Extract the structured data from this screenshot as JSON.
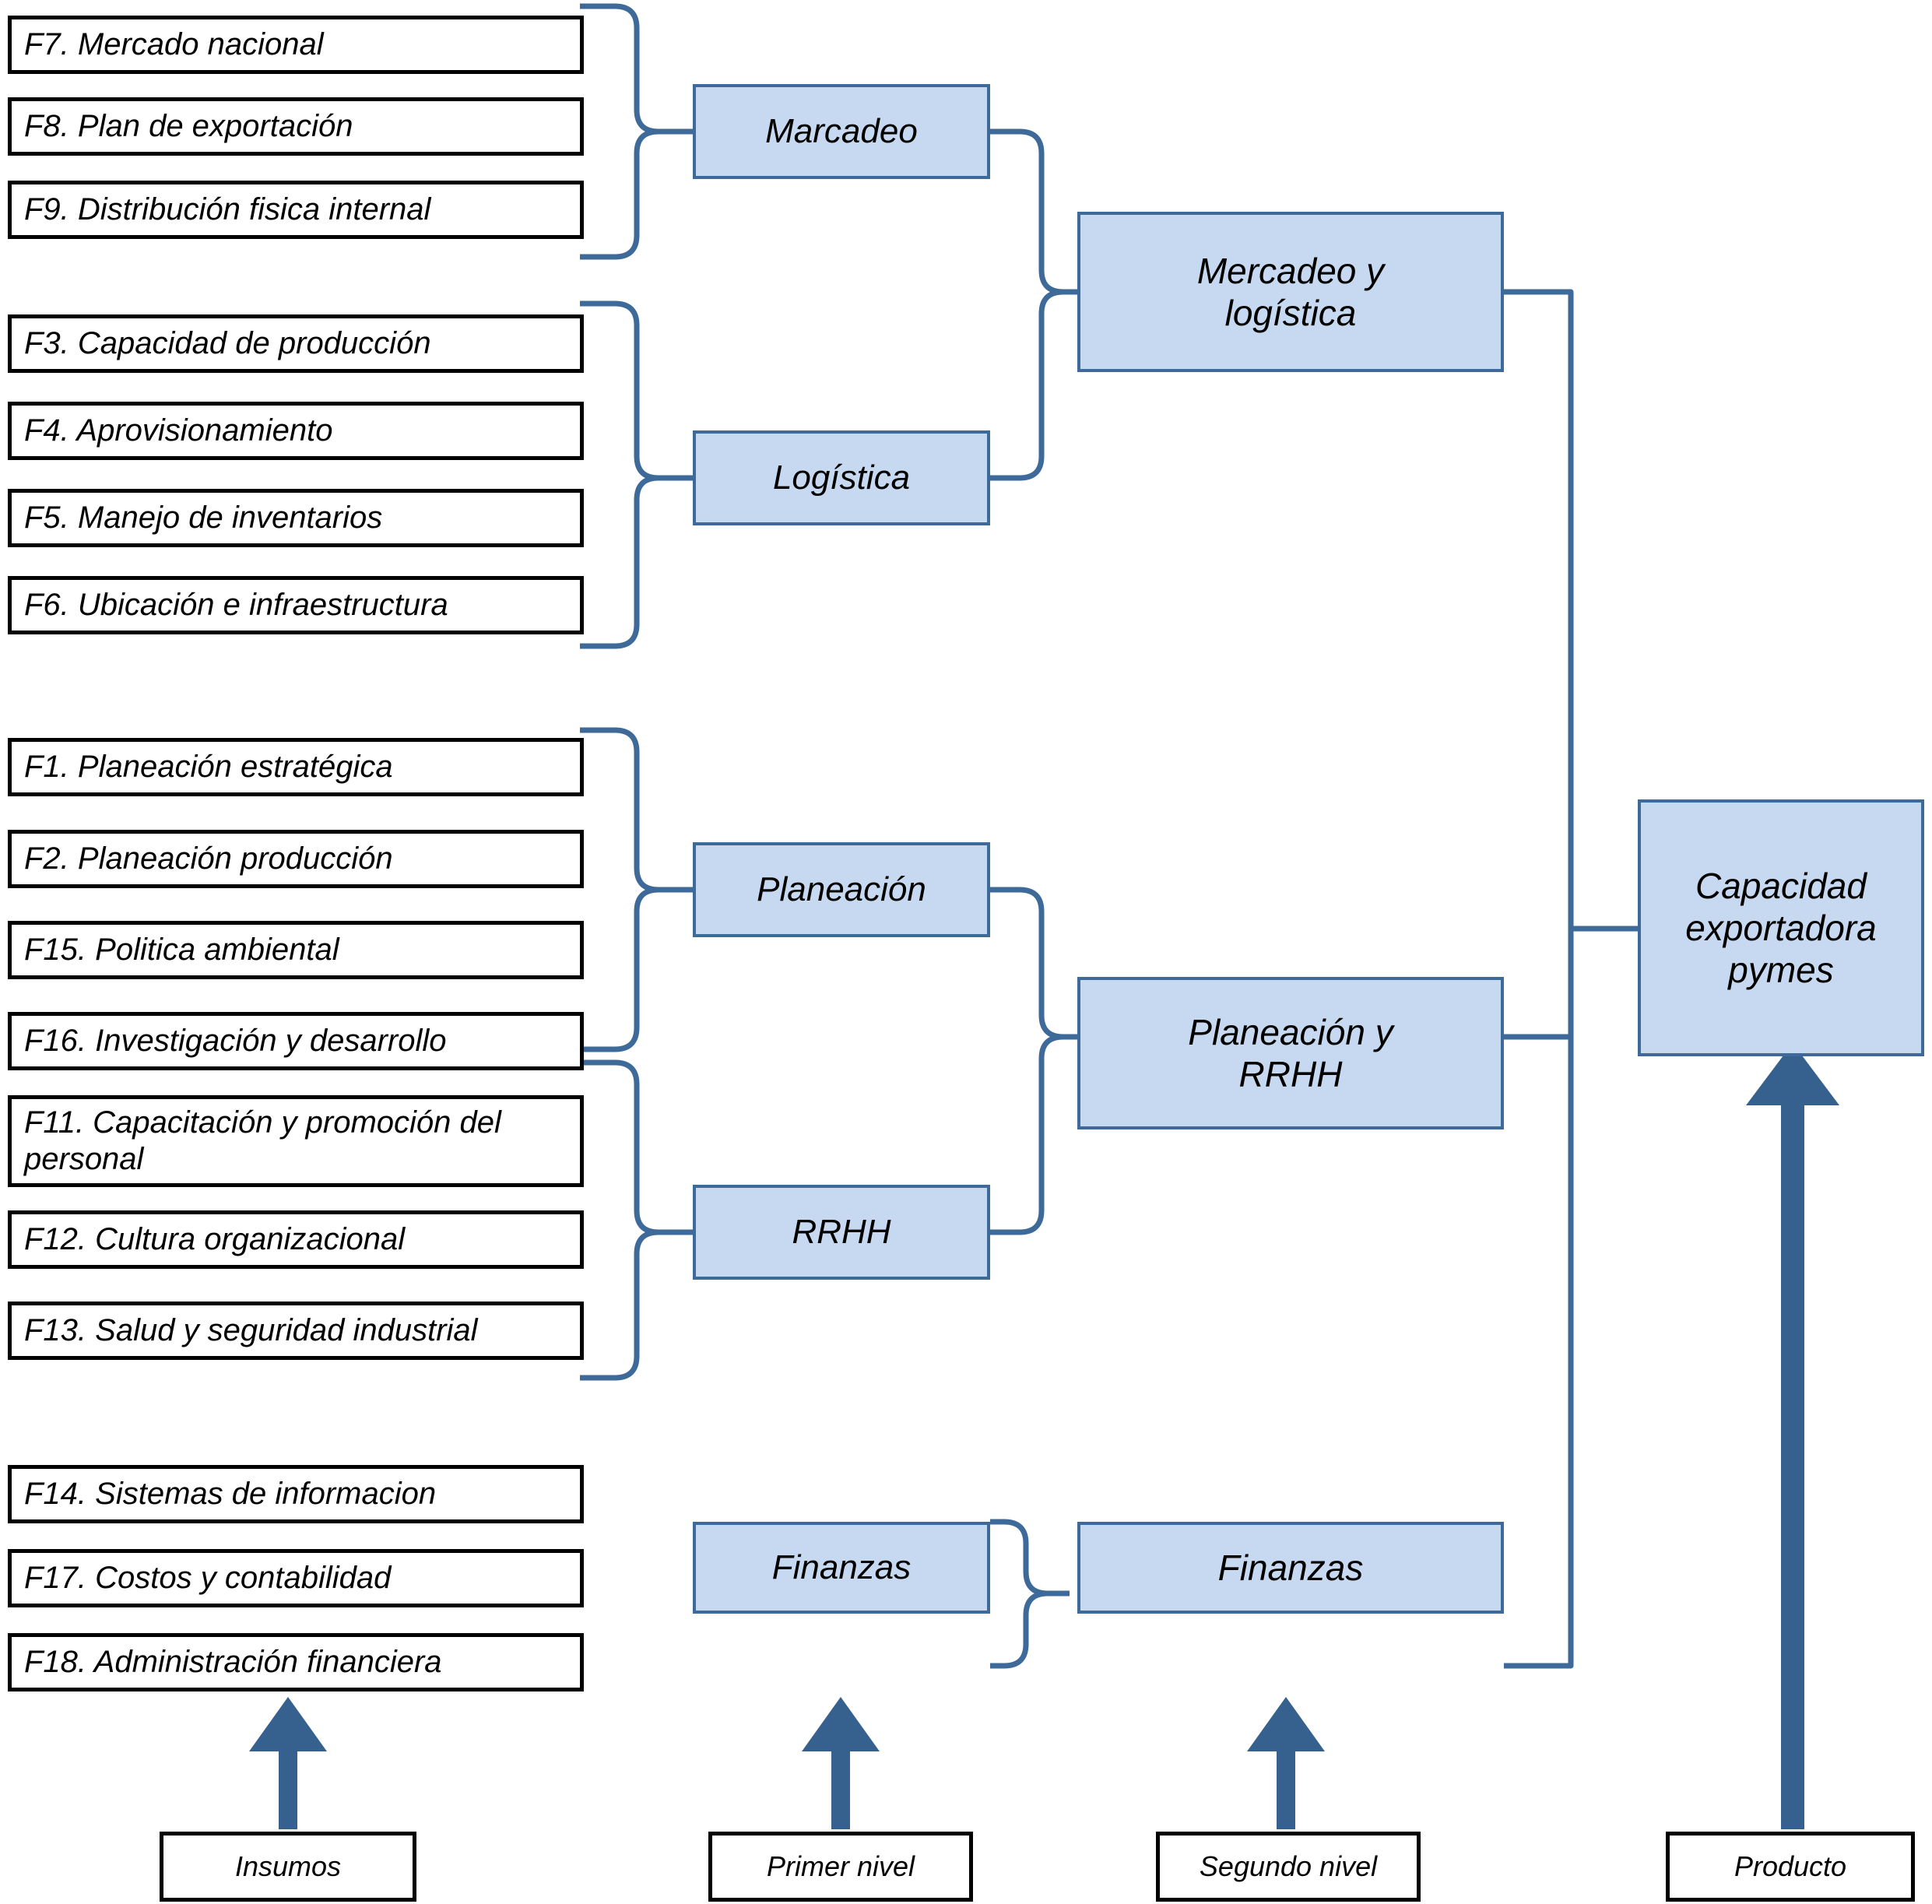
{
  "diagram": {
    "title": "Capacidad exportadora pymes",
    "colors": {
      "blue_fill": "#c6d9f0",
      "blue_border": "#3d6a99",
      "arrow": "#36618e",
      "box_border": "#000000",
      "background": "#ffffff"
    },
    "inputs": [
      {
        "id": "F7",
        "label": "F7. Mercado nacional"
      },
      {
        "id": "F8",
        "label": "F8. Plan de exportación"
      },
      {
        "id": "F9",
        "label": "F9. Distribución fisica internal"
      },
      {
        "id": "F3",
        "label": "F3. Capacidad de producción"
      },
      {
        "id": "F4",
        "label": "F4. Aprovisionamiento"
      },
      {
        "id": "F5",
        "label": "F5. Manejo de inventarios"
      },
      {
        "id": "F6",
        "label": "F6. Ubicación e infraestructura"
      },
      {
        "id": "F1",
        "label": "F1. Planeación estratégica"
      },
      {
        "id": "F2",
        "label": "F2. Planeación producción"
      },
      {
        "id": "F15",
        "label": "F15. Politica ambiental"
      },
      {
        "id": "F16",
        "label": "F16. Investigación y desarrollo"
      },
      {
        "id": "F11",
        "label": "F11. Capacitación y promoción del personal"
      },
      {
        "id": "F12",
        "label": "F12. Cultura organizacional"
      },
      {
        "id": "F13",
        "label": "F13. Salud y seguridad industrial"
      },
      {
        "id": "F14",
        "label": "F14. Sistemas de informacion"
      },
      {
        "id": "F17",
        "label": "F17. Costos y contabilidad"
      },
      {
        "id": "F18",
        "label": "F18. Administración financiera"
      }
    ],
    "first_level": [
      {
        "id": "marcadeo",
        "label": "Marcadeo"
      },
      {
        "id": "logistica",
        "label": "Logística"
      },
      {
        "id": "planeacion",
        "label": "Planeación"
      },
      {
        "id": "rrhh",
        "label": "RRHH"
      },
      {
        "id": "finanzas1",
        "label": "Finanzas"
      }
    ],
    "second_level": [
      {
        "id": "mercadeo-logistica",
        "label": "Mercadeo y\nlogística"
      },
      {
        "id": "planeacion-rrhh",
        "label": "Planeación y\nRRHH"
      },
      {
        "id": "finanzas2",
        "label": "Finanzas"
      }
    ],
    "product": {
      "id": "capacidad-exportadora",
      "label": "Capacidad\nexportadora\npymes"
    },
    "legend": [
      {
        "id": "insumos",
        "label": "Insumos"
      },
      {
        "id": "primer-nivel",
        "label": "Primer nivel"
      },
      {
        "id": "segundo-nivel",
        "label": "Segundo nivel"
      },
      {
        "id": "producto",
        "label": "Producto"
      }
    ]
  }
}
